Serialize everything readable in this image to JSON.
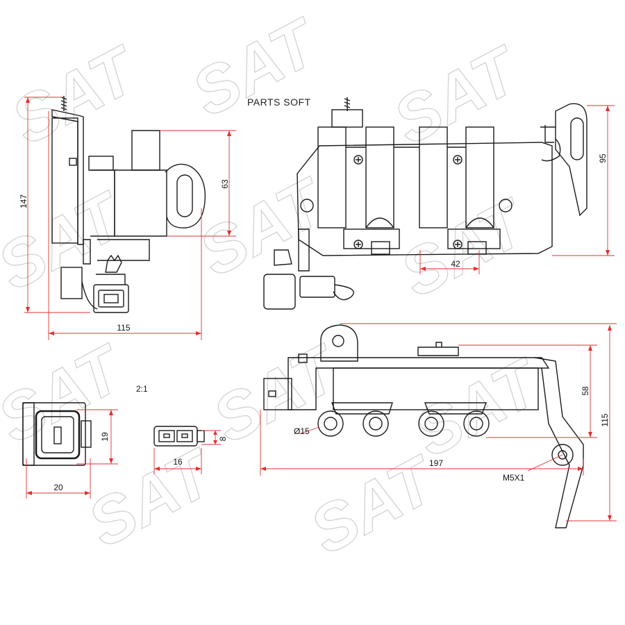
{
  "brand_text": "PARTS SOFT",
  "watermark_text": "SAT",
  "scale_label": "2:1",
  "dimensions": {
    "d147": "147",
    "d63": "63",
    "d115_left": "115",
    "d95": "95",
    "d42": "42",
    "d58": "58",
    "d115_right": "115",
    "d197": "197",
    "d15": "Ø15",
    "m5": "M5X1",
    "d19": "19",
    "d20": "20",
    "d8": "8",
    "d16": "16"
  },
  "colors": {
    "line": "#1a1a1a",
    "dimension": "#e03030",
    "watermark": "#cfcfcf"
  }
}
